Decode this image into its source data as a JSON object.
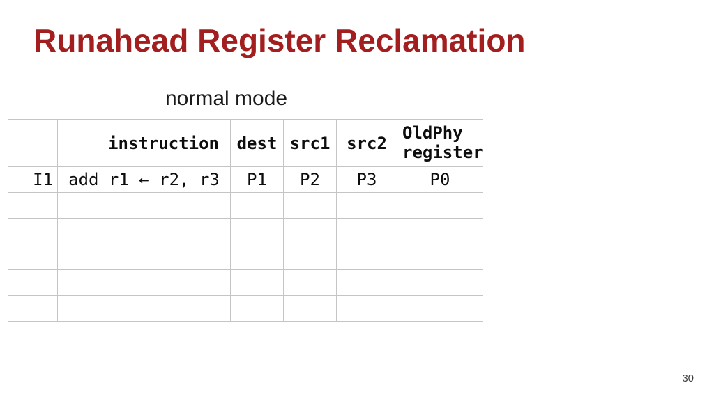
{
  "slide": {
    "title": "Runahead Register Reclamation",
    "subtitle": "normal mode",
    "page_number": "30"
  },
  "colors": {
    "title_red": "#a31f1f",
    "accent_green": "#1da452",
    "table_border": "#c5c5c5",
    "body_text": "#0d0d0d",
    "background": "#ffffff"
  },
  "table": {
    "columns": [
      {
        "key": "index",
        "label": ""
      },
      {
        "key": "instruction",
        "label": "instruction"
      },
      {
        "key": "dest",
        "label": "dest"
      },
      {
        "key": "src1",
        "label": "src1"
      },
      {
        "key": "src2",
        "label": "src2"
      },
      {
        "key": "oldphy",
        "label": "OldPhy register",
        "label_lines": [
          "OldPhy",
          "register"
        ]
      }
    ],
    "rows": [
      [
        "I1",
        "add r1 ← r2, r3",
        "P1",
        "P2",
        "P3",
        "P0"
      ],
      [
        "",
        "",
        "",
        "",
        "",
        ""
      ],
      [
        "",
        "",
        "",
        "",
        "",
        ""
      ],
      [
        "",
        "",
        "",
        "",
        "",
        ""
      ],
      [
        "",
        "",
        "",
        "",
        "",
        ""
      ],
      [
        "",
        "",
        "",
        "",
        "",
        ""
      ]
    ]
  }
}
